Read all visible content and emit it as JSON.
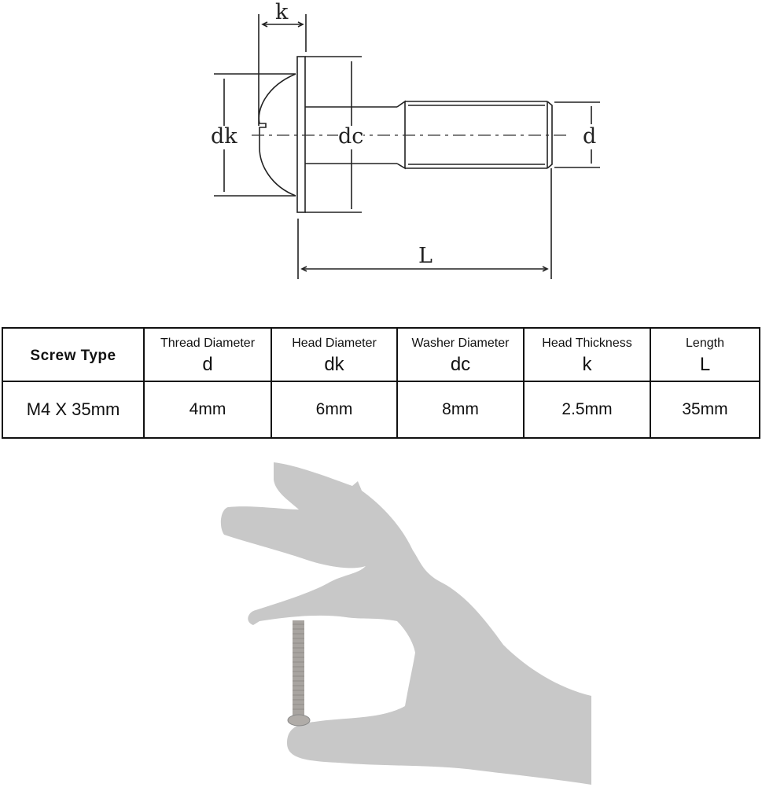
{
  "drawing": {
    "title": "Screw dimension diagram",
    "labels": {
      "k": "k",
      "dk": "dk",
      "dc": "dc",
      "d": "d",
      "L": "L"
    }
  },
  "spec_table": {
    "columns": [
      {
        "name": "Screw Type",
        "symbol": ""
      },
      {
        "name": "Thread Diameter",
        "symbol": "d"
      },
      {
        "name": "Head Diameter",
        "symbol": "dk"
      },
      {
        "name": "Washer Diameter",
        "symbol": "dc"
      },
      {
        "name": "Head Thickness",
        "symbol": "k"
      },
      {
        "name": "Length",
        "symbol": "L"
      }
    ],
    "rows": [
      [
        "M4 X 35mm",
        "4mm",
        "6mm",
        "8mm",
        "2.5mm",
        "35mm"
      ]
    ]
  },
  "photo": {
    "description": "Hand silhouette holding screw between fingers",
    "colors": {
      "hand": "#c8c8c8",
      "screw": "#a8a4a0"
    }
  }
}
